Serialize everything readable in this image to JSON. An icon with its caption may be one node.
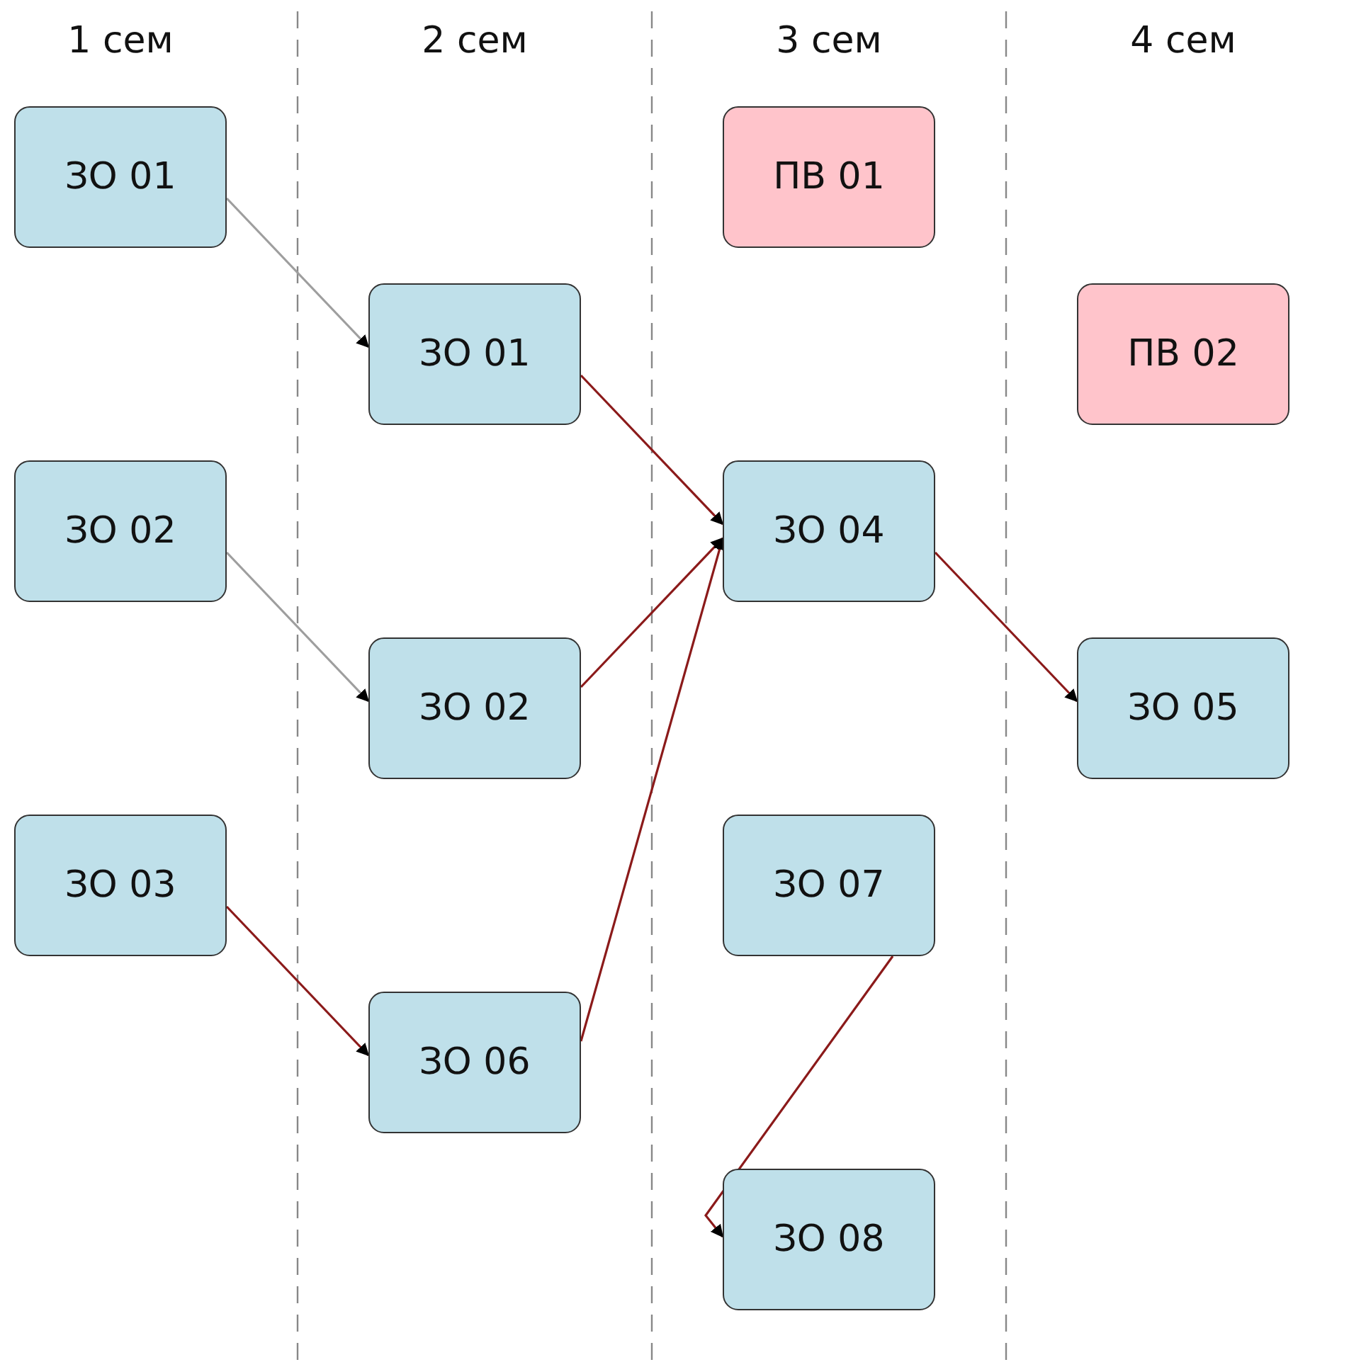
{
  "diagram": {
    "nodes": [
      {
        "text": [
          "ЗО 01"
        ]
      },
      {
        "text": [
          "ЗО 02"
        ]
      },
      {
        "text": [
          "ЗО 03"
        ]
      },
      {
        "text": [
          "ЗО 01"
        ]
      },
      {
        "text": [
          "ЗО 02"
        ]
      },
      {
        "text": [
          "ЗО 06"
        ]
      },
      {
        "text": [
          "ПВ 01"
        ]
      },
      {
        "text": [
          "ЗО 04"
        ]
      },
      {
        "text": [
          "ЗО 07"
        ]
      },
      {
        "text": [
          "ЗО 08"
        ]
      },
      {
        "text": [
          "ПВ 02"
        ]
      },
      {
        "text": [
          "ЗО 05"
        ]
      }
    ],
    "edges": [
      {
        "from": 0,
        "to": 3,
        "arrow": "to",
        "color": "#9e9e9e"
      },
      {
        "from": 1,
        "to": 4,
        "arrow": "to",
        "color": "#9e9e9e"
      },
      {
        "from": 2,
        "to": 5,
        "arrow": "to"
      },
      {
        "from": 3,
        "to": 7,
        "arrow": "to"
      },
      {
        "from": 4,
        "to": 7,
        "arrow": "to"
      },
      {
        "from": 5,
        "to": 7,
        "arrow": "to"
      },
      {
        "from": 7,
        "to": 11,
        "arrow": "to"
      },
      {
        "from": 8,
        "to": 9,
        "arrow": "to"
      }
    ],
    "labels": [
      "1 сем",
      "2 сем",
      "3 сем",
      "4 сем"
    ]
  }
}
